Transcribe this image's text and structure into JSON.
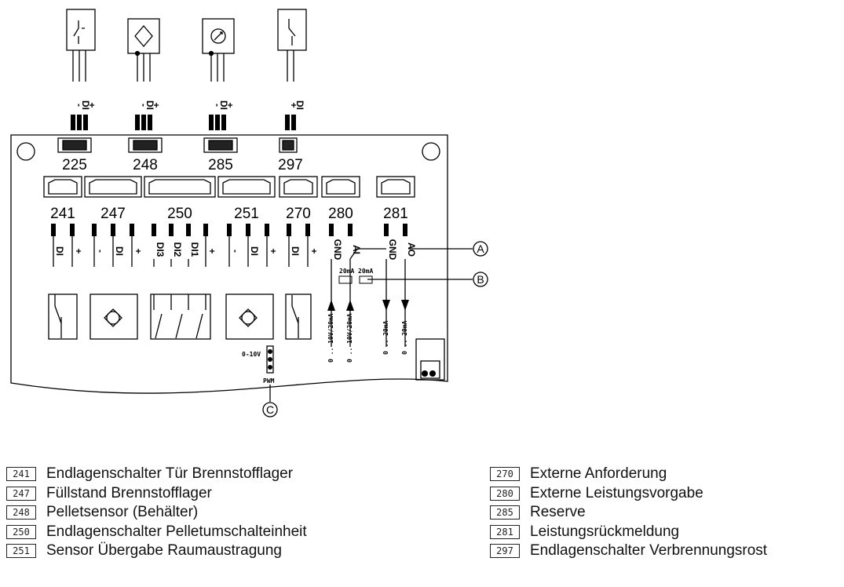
{
  "terminals": {
    "t225": "225",
    "t248": "248",
    "t285": "285",
    "t297": "297",
    "t241": "241",
    "t247": "247",
    "t250": "250",
    "t251": "251",
    "t270": "270",
    "t280": "280",
    "t281": "281"
  },
  "signals": {
    "di": "DI",
    "minus": "-",
    "plus": "+",
    "di1": "DI1",
    "di2": "DI2",
    "di3": "DI3",
    "gnd": "GND",
    "ai": "AI",
    "ao": "AO"
  },
  "markings": {
    "ma20_a": "20mA",
    "ma20_b": "20mA",
    "v0_10": "0-10V",
    "pwm": "PWM",
    "in280_a": "0 .. 10V/20mA",
    "in280_b": "0 .. 10V/20mA",
    "out281_a": "0 .. 20mA",
    "out281_b": "0 .. 20mA"
  },
  "callouts": {
    "a": "A",
    "b": "B",
    "c": "C"
  },
  "legend_left": [
    {
      "code": "241",
      "text": "Endlagenschalter Tür Brennstofflager"
    },
    {
      "code": "247",
      "text": "Füllstand Brennstofflager"
    },
    {
      "code": "248",
      "text": "Pelletsensor (Behälter)"
    },
    {
      "code": "250",
      "text": "Endlagenschalter Pelletumschalteinheit"
    },
    {
      "code": "251",
      "text": "Sensor Übergabe Raumaustragung"
    }
  ],
  "legend_right": [
    {
      "code": "270",
      "text": "Externe Anforderung"
    },
    {
      "code": "280",
      "text": "Externe Leistungsvorgabe"
    },
    {
      "code": "285",
      "text": "Reserve"
    },
    {
      "code": "281",
      "text": "Leistungsrückmeldung"
    },
    {
      "code": "297",
      "text": "Endlagenschalter Verbrennungsrost"
    }
  ]
}
